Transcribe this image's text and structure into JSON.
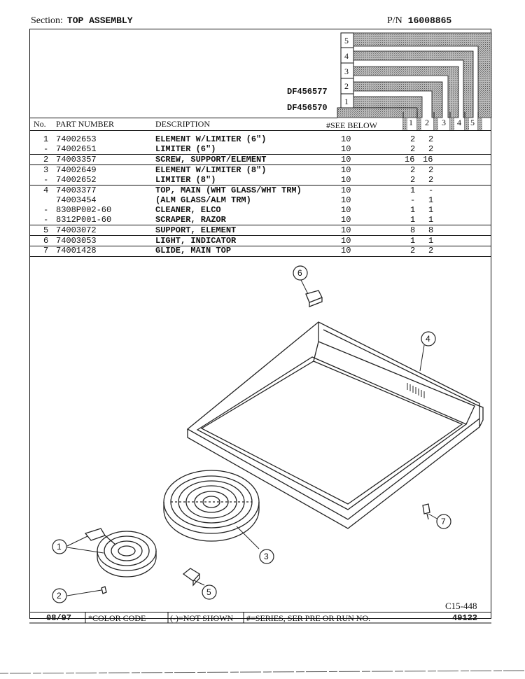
{
  "header": {
    "section_label": "Section:",
    "section_name": "TOP ASSEMBLY",
    "pn_label": "P/N",
    "pn_value": "16008865"
  },
  "models": [
    {
      "name": "DF456577",
      "series": "2"
    },
    {
      "name": "DF456570",
      "series": "1"
    }
  ],
  "series_boxes": [
    "5",
    "4",
    "3",
    "2",
    "1"
  ],
  "table": {
    "headers": {
      "no": "No.",
      "part": "PART NUMBER",
      "desc": "DESCRIPTION",
      "see": "#SEE BELOW",
      "c1": "1",
      "c2": "2",
      "c3": "3",
      "c4": "4",
      "c5": "5"
    },
    "rows": [
      {
        "no": "1",
        "part": "74002653",
        "desc": "ELEMENT W/LIMITER (6\")",
        "see": "10",
        "q1": "2",
        "q2": "2"
      },
      {
        "no": "-",
        "part": "74002651",
        "desc": "LIMITER (6\")",
        "see": "10",
        "q1": "2",
        "q2": "2"
      },
      {
        "no": "2",
        "part": "74003357",
        "desc": "SCREW, SUPPORT/ELEMENT",
        "see": "10",
        "q1": "16",
        "q2": "16"
      },
      {
        "no": "3",
        "part": "74002649",
        "desc": "ELEMENT W/LIMITER (8\")",
        "see": "10",
        "q1": "2",
        "q2": "2"
      },
      {
        "no": "-",
        "part": "74002652",
        "desc": "LIMITER (8\")",
        "see": "10",
        "q1": "2",
        "q2": "2"
      },
      {
        "no": "4",
        "part": "74003377",
        "desc": "TOP, MAIN (WHT GLASS/WHT TRM)",
        "see": "10",
        "q1": "1",
        "q2": "-"
      },
      {
        "no": "",
        "part": "74003454",
        "desc": "(ALM GLASS/ALM TRM)",
        "see": "10",
        "q1": "-",
        "q2": "1"
      },
      {
        "no": "-",
        "part": "8308P002-60",
        "desc": "CLEANER, ELCO",
        "see": "10",
        "q1": "1",
        "q2": "1"
      },
      {
        "no": "-",
        "part": "8312P001-60",
        "desc": "SCRAPER, RAZOR",
        "see": "10",
        "q1": "1",
        "q2": "1"
      },
      {
        "no": "5",
        "part": "74003072",
        "desc": "SUPPORT, ELEMENT",
        "see": "10",
        "q1": "8",
        "q2": "8"
      },
      {
        "no": "6",
        "part": "74003053",
        "desc": "LIGHT, INDICATOR",
        "see": "10",
        "q1": "1",
        "q2": "1"
      },
      {
        "no": "7",
        "part": "74001428",
        "desc": "GLIDE, MAIN TOP",
        "see": "10",
        "q1": "2",
        "q2": "2"
      }
    ]
  },
  "callouts": [
    "1",
    "2",
    "3",
    "4",
    "5",
    "6",
    "7"
  ],
  "catalog_code": "C15-448",
  "footer": {
    "date": "08/97",
    "color_code": "*COLOR CODE",
    "not_shown": "(-)=NOT SHOWN",
    "series_note": "#=SERIES, SER PRE OR RUN NO.",
    "page": "49122"
  }
}
